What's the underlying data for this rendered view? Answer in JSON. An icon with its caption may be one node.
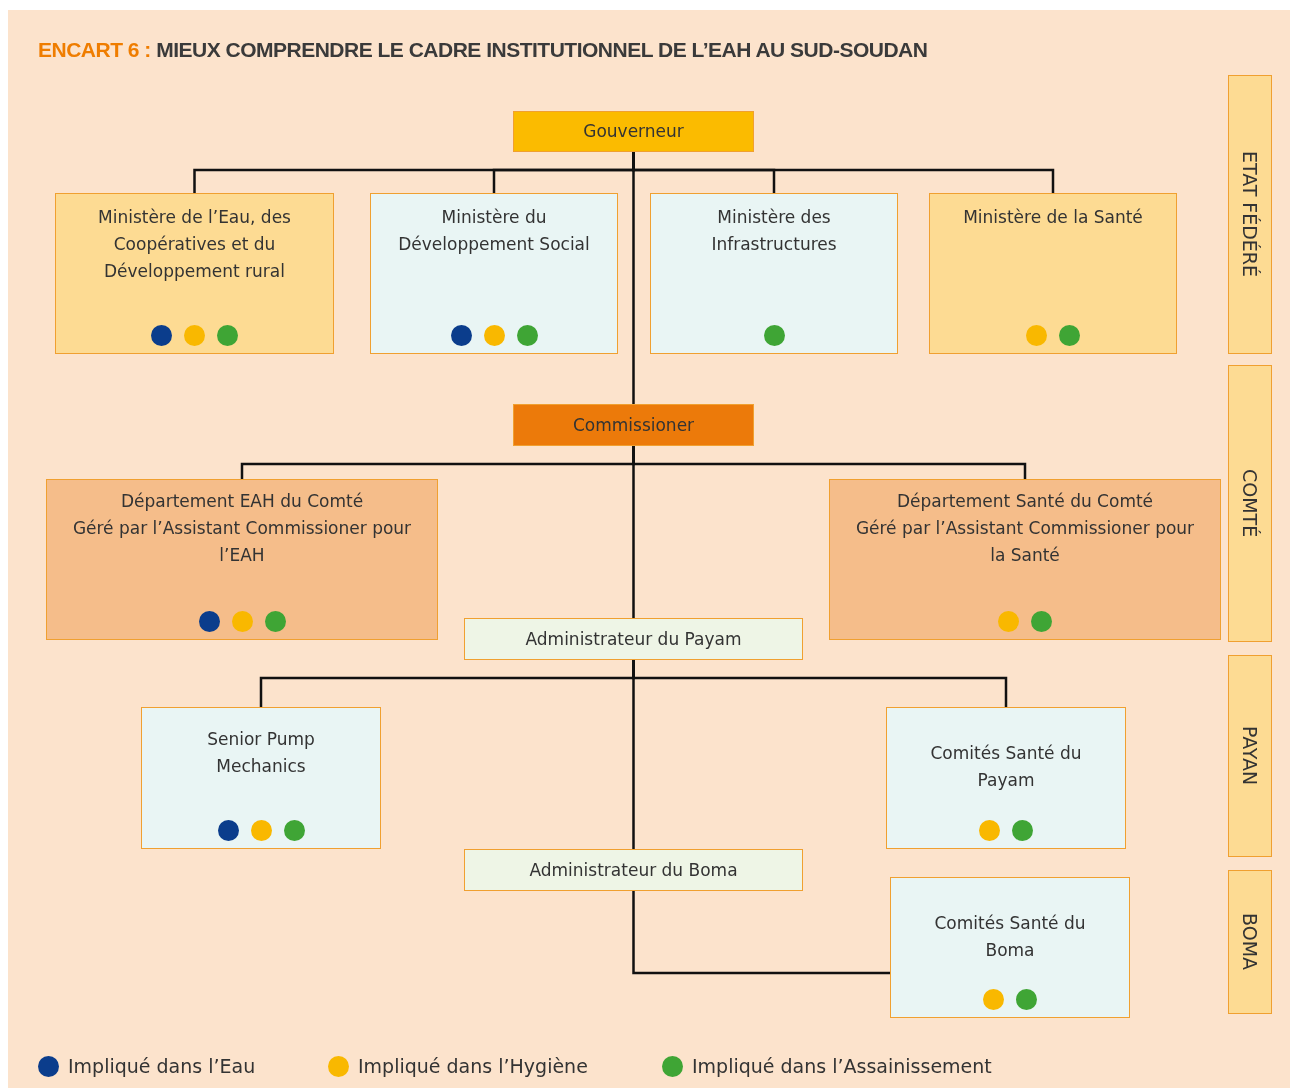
{
  "diagram": {
    "title": "**ENCART 6 :** MIEUX COMPRENDRE LE CADRE INSTITUTIONNEL DE L’EAH AU SUD-SOUDAN",
    "nodes": [
      {
        "text": [
          "Gouverneur"
        ]
      },
      {
        "text": [
          "Ministère de l’Eau, des Coopératives et du Développement rural"
        ]
      },
      {
        "text": [
          "Ministère du Développement Social"
        ]
      },
      {
        "text": [
          "Ministère des Infrastructures"
        ]
      },
      {
        "text": [
          "Ministère de la Santé"
        ]
      },
      {
        "text": [
          "Commissioner"
        ]
      },
      {
        "text": [
          "Département EAH du Comté",
          "Géré par l’Assistant Commissioner pour l’EAH"
        ]
      },
      {
        "text": [
          "Département Santé du Comté",
          "Géré par l’Assistant Commissioner pour la Santé"
        ]
      },
      {
        "text": [
          "Administrateur du Payam"
        ]
      },
      {
        "text": [
          "Senior Pump Mechanics"
        ]
      },
      {
        "text": [
          "Comités Santé du Payam"
        ]
      },
      {
        "text": [
          "Administrateur du Boma"
        ]
      },
      {
        "text": [
          "Comités Santé du Boma"
        ]
      },
      {
        "text": [
          "ETAT FÉDÉRÉ"
        ]
      },
      {
        "text": [
          "COMTÉ"
        ]
      },
      {
        "text": [
          "PAYAN"
        ]
      },
      {
        "text": [
          "BOMA"
        ]
      }
    ],
    "edges": [
      {
        "from": 0,
        "to": 1,
        "arrow": "none"
      },
      {
        "from": 0,
        "to": 2,
        "arrow": "none"
      },
      {
        "from": 0,
        "to": 3,
        "arrow": "none"
      },
      {
        "from": 0,
        "to": 4,
        "arrow": "none"
      },
      {
        "from": 0,
        "to": 5,
        "arrow": "none"
      },
      {
        "from": 5,
        "to": 6,
        "arrow": "none"
      },
      {
        "from": 5,
        "to": 7,
        "arrow": "none"
      },
      {
        "from": 5,
        "to": 8,
        "arrow": "none"
      },
      {
        "from": 8,
        "to": 9,
        "arrow": "none"
      },
      {
        "from": 8,
        "to": 10,
        "arrow": "none"
      },
      {
        "from": 8,
        "to": 11,
        "arrow": "none"
      },
      {
        "from": 11,
        "to": 12,
        "arrow": "none"
      }
    ],
    "legend": [
      {
        "text": "Impliqué dans l’Eau",
        "color": "#0b3d8c"
      },
      {
        "text": "Impliqué dans l’Hygiène",
        "color": "#f9b800"
      },
      {
        "text": "Impliqué dans l’Assainissement",
        "color": "#3fa535"
      }
    ]
  }
}
